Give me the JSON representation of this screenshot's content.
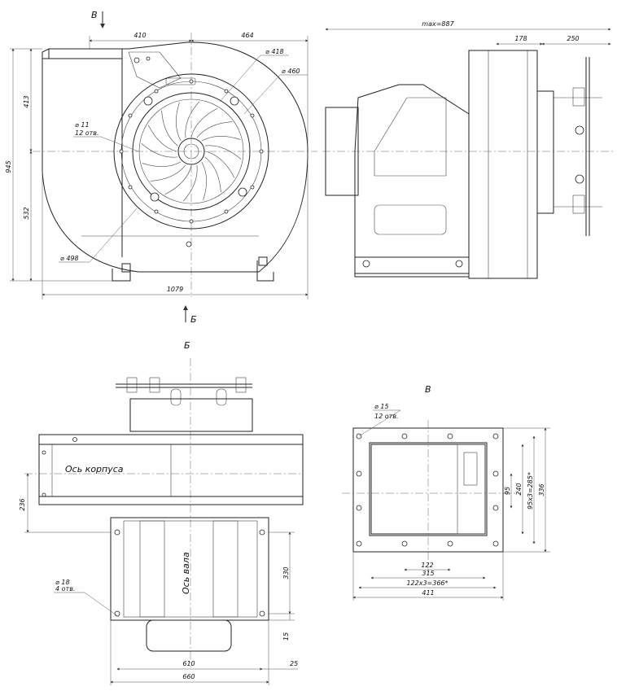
{
  "views": {
    "front": {
      "arrow_v": "В",
      "arrow_b": "Б",
      "dims": {
        "d410": "410",
        "d464": "464",
        "d413": "413",
        "d532": "532",
        "d945": "945",
        "d1079": "1079",
        "dia418": "⌀ 418",
        "dia460": "⌀ 460",
        "dia498": "⌀ 498",
        "hole11": "⌀ 11",
        "hole11_count": "12 отв."
      }
    },
    "side": {
      "dims": {
        "max": "max=887",
        "d178": "178",
        "d250": "250"
      }
    },
    "view_b": {
      "title": "Б",
      "label_housing": "Ось корпуса",
      "label_shaft": "Ось вала",
      "dims": {
        "d236": "236",
        "d330": "330",
        "d15": "15",
        "d610": "610",
        "d660": "660",
        "d25": "25",
        "hole18": "⌀ 18",
        "hole18_count": "4 отв."
      }
    },
    "view_v": {
      "title": "В",
      "dims": {
        "hole15": "⌀ 15",
        "hole15_count": "12 отв.",
        "d95": "95",
        "d240": "240",
        "d95x3": "95x3=285*",
        "d336": "336",
        "d122": "122",
        "d315": "315",
        "d122x3": "122x3=366*",
        "d411": "411"
      }
    }
  }
}
